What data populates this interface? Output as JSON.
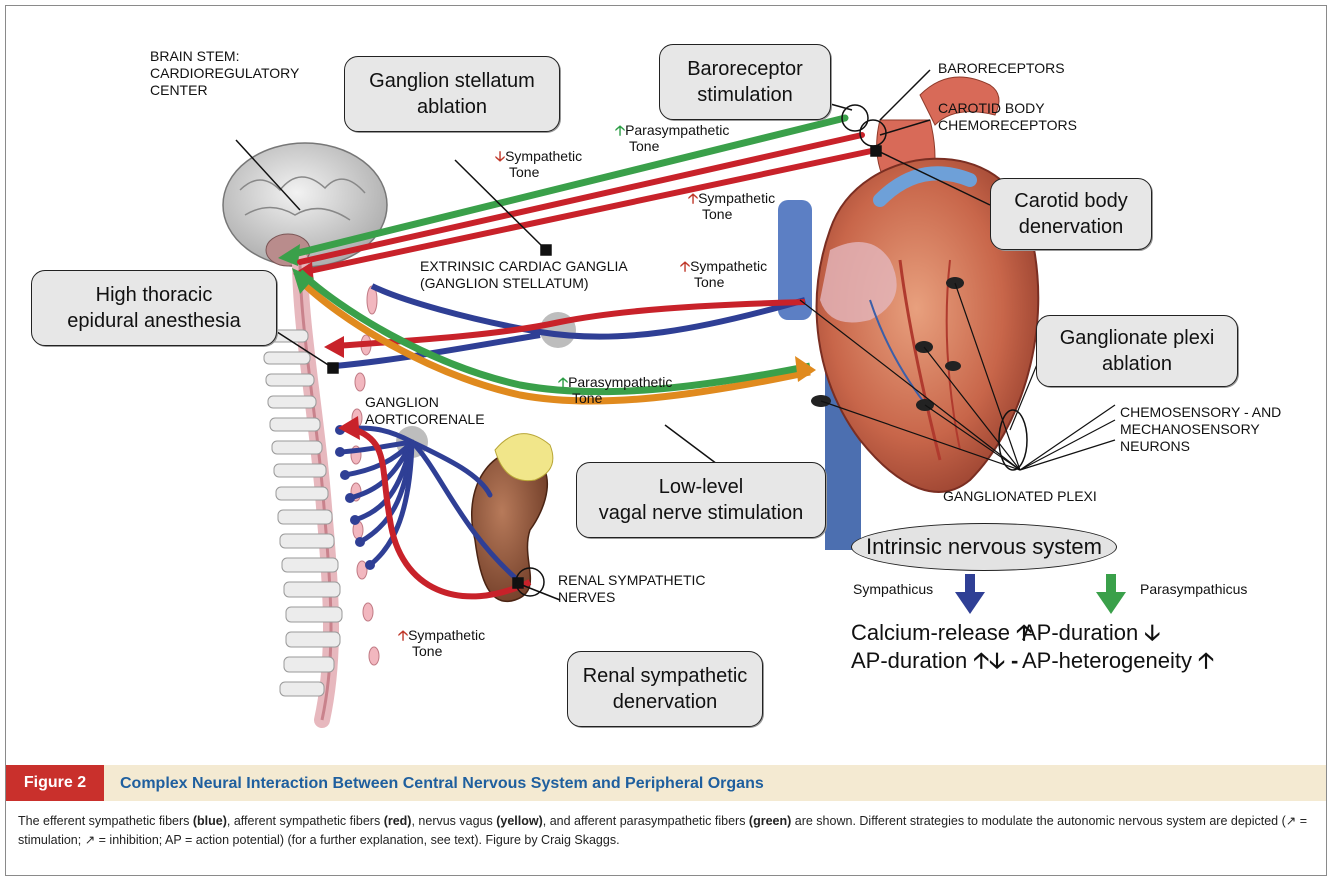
{
  "labels": {
    "brain_stem": [
      "BRAIN STEM:",
      "CARDIOREGULATORY",
      "CENTER"
    ],
    "baroreceptors": "BARORECEPTORS",
    "carotid_body": [
      "CAROTID BODY",
      "CHEMORECEPTORS"
    ],
    "extrinsic_ganglia": [
      "EXTRINSIC CARDIAC GANGLIA",
      "(GANGLION STELLATUM)"
    ],
    "ganglion_aorticorenale": [
      "GANGLION",
      "AORTICORENALE"
    ],
    "renal_nerves": [
      "RENAL SYMPATHETIC",
      "NERVES"
    ],
    "chemosensory": [
      "CHEMOSENSORY - AND",
      "MECHANOSENSORY",
      "NEURONS"
    ],
    "ganglionated_plexi": "GANGLIONATED PLEXI"
  },
  "tones": {
    "sympathetic_down": [
      "Sympathetic",
      "Tone"
    ],
    "parasympathetic_up_top": [
      "Parasympathetic",
      "Tone"
    ],
    "sympathetic_up_mid": [
      "Sympathetic",
      "Tone"
    ],
    "sympathetic_up_heart": [
      "Sympathetic",
      "Tone"
    ],
    "parasympathetic_up_low": [
      "Parasympathetic",
      "Tone"
    ],
    "sympathetic_up_renal": [
      "Sympathetic",
      "Tone"
    ]
  },
  "boxes": {
    "ganglion_stellatum": [
      "Ganglion stellatum",
      "ablation"
    ],
    "baroreceptor": [
      "Baroreceptor",
      "stimulation"
    ],
    "carotid_body": [
      "Carotid body",
      "denervation"
    ],
    "high_thoracic": [
      "High thoracic",
      "epidural anesthesia"
    ],
    "ganglionate_plexi": [
      "Ganglionate plexi",
      "ablation"
    ],
    "low_level_vagal": [
      "Low-level",
      "vagal nerve stimulation"
    ],
    "renal_sympathetic": [
      "Renal sympathetic",
      "denervation"
    ]
  },
  "intrinsic": {
    "title": "Intrinsic nervous system",
    "sympathicus": "Sympathicus",
    "parasympathicus": "Parasympathicus",
    "symp_effects": [
      "Calcium-release",
      "AP-duration"
    ],
    "para_effects": [
      "AP-duration",
      "AP-heterogeneity"
    ]
  },
  "figure": {
    "tag": "Figure 2",
    "title": "Complex Neural Interaction Between Central Nervous System and Peripheral Organs",
    "caption_parts": [
      "The efferent sympathetic fibers ",
      "(blue)",
      ", afferent sympathetic fibers ",
      "(red)",
      ", nervus vagus ",
      "(yellow)",
      ", and afferent parasympathetic fibers ",
      "(green)",
      " are shown. Different strategies to modulate the autonomic nervous system are depicted (",
      "↗",
      " = stimulation; ",
      "↗",
      " = inhibition; AP = action potential) (for a further explanation, see text). Figure by Craig Skaggs."
    ]
  },
  "colors": {
    "efferent_sympathetic": "#2f3f95",
    "afferent_sympathetic": "#c8222a",
    "nervus_vagus": "#e08a1e",
    "afferent_parasympathetic": "#3aa04a",
    "box_fill": "#e7e7e7",
    "figure_tag": "#c9302c",
    "title_blue": "#1f5f9e"
  }
}
